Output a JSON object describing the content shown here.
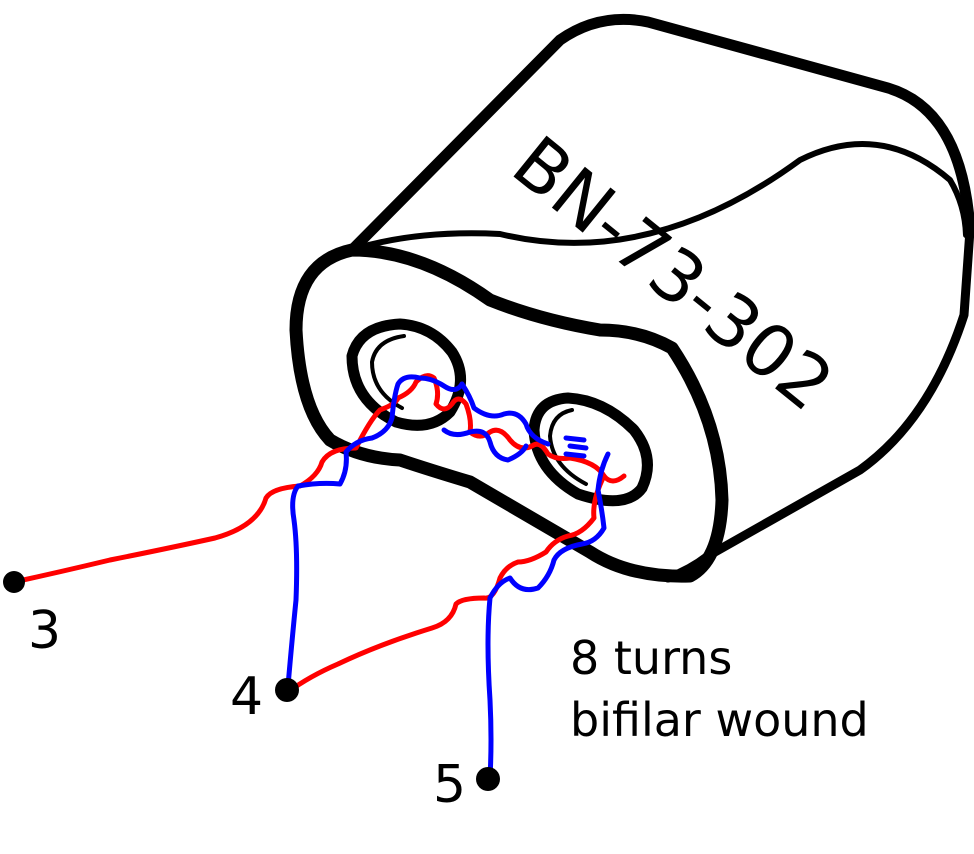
{
  "core": {
    "part_number": "BN-73-302"
  },
  "terminals": [
    {
      "label": "3"
    },
    {
      "label": "4"
    },
    {
      "label": "5"
    }
  ],
  "annotation": {
    "line1": "8 turns",
    "line2": "bifilar wound"
  },
  "colors": {
    "outline": "#000000",
    "wire_red": "#ff0000",
    "wire_blue": "#0000ff",
    "background": "#ffffff"
  }
}
